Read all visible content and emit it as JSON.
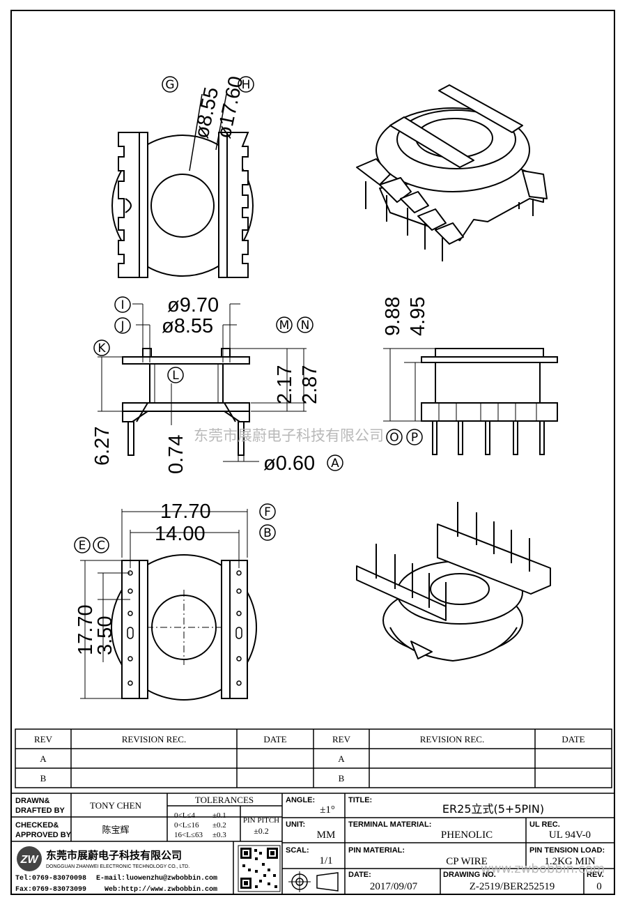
{
  "dimensions": {
    "d855": "ø8.55",
    "d1760": "ø17.60",
    "d970": "ø9.70",
    "d855b": "ø8.55",
    "d217": "2.17",
    "d287": "2.87",
    "d988": "9.88",
    "d495": "4.95",
    "d627": "6.27",
    "d074": "0.74",
    "d060": "ø0.60",
    "d1770w": "17.70",
    "d1400": "14.00",
    "d1770h": "17.70",
    "d350": "3.50"
  },
  "markers": {
    "A": "A",
    "B": "B",
    "C": "C",
    "E": "E",
    "F": "F",
    "G": "G",
    "H": "H",
    "I": "I",
    "J": "J",
    "K": "K",
    "L": "L",
    "M": "M",
    "N": "N",
    "O": "O",
    "P": "P"
  },
  "watermark_center": "东莞市展蔚电子科技有限公司",
  "watermark_right": "www.zwbobbin.com",
  "revision_table": {
    "headers": [
      "REV",
      "REVISION REC.",
      "DATE",
      "REV",
      "REVISION REC.",
      "DATE"
    ],
    "rows": [
      [
        "A",
        "",
        "",
        "A",
        "",
        ""
      ],
      [
        "B",
        "",
        "",
        "B",
        "",
        ""
      ]
    ]
  },
  "title_block": {
    "drawn_label": "DRAWN&\nDRAFTED BY",
    "drawn_label_1": "DRAWN&",
    "drawn_label_2": "DRAFTED BY",
    "drawn_value": "TONY CHEN",
    "checked_label_1": "CHECKED&",
    "checked_label_2": "APPROVED BY",
    "checked_value": "陈宝辉",
    "tolerances_label": "TOLERANCES",
    "tol_rows": [
      {
        "range": "0<L≤4",
        "tol": "±0.1"
      },
      {
        "range": "0<L≤16",
        "tol": "±0.2"
      },
      {
        "range": "16<L≤63",
        "tol": "±0.3"
      }
    ],
    "pin_pitch_label": "PIN PITCH",
    "pin_pitch_value": "±0.2",
    "angle_label": "ANGLE:",
    "angle_value": "±1°",
    "unit_label": "UNIT:",
    "unit_value": "MM",
    "scale_label": "SCAL:",
    "scale_value": "1/1",
    "title_label": "TITLE:",
    "title_value": "ER25立式(5+5PIN)",
    "terminal_label": "TERMINAL MATERIAL:",
    "terminal_value": "PHENOLIC",
    "ul_label": "UL REC.",
    "ul_value": "UL 94V-0",
    "pin_material_label": "PIN MATERIAL:",
    "pin_material_value": "CP WIRE",
    "pin_tension_label": "PIN TENSION LOAD:",
    "pin_tension_value": "1.2KG MIN",
    "date_label": "DATE:",
    "date_value": "2017/09/07",
    "drawing_no_label": "DRAWING NO.",
    "drawing_no_value": "Z-2519/BER252519",
    "rev_label": "REV.",
    "rev_value": "0",
    "company_cn": "东莞市展蔚电子科技有限公司",
    "company_en": "DONGGUAN ZHANWEI ELECTRONIC TECHNOLOGY CO., LTD.",
    "tel": "Tel:0769-83070098",
    "email": "E-mail:luowenzhu@zwbobbin.com",
    "fax": "Fax:0769-83073099",
    "web": "Web:http://www.zwbobbin.com"
  }
}
